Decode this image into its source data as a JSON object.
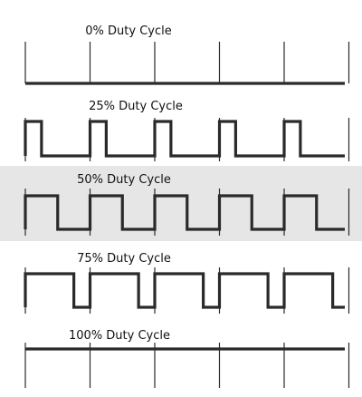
{
  "colors": {
    "background": "#ffffff",
    "highlight_band": "#e6e6e6",
    "line": "#2a2a2a",
    "text": "#111111"
  },
  "panels": [
    {
      "label": "0% Duty Cycle",
      "duty": 0.0,
      "highlighted": false
    },
    {
      "label": "25% Duty Cycle",
      "duty": 0.25,
      "highlighted": false
    },
    {
      "label": "50% Duty Cycle",
      "duty": 0.5,
      "highlighted": true
    },
    {
      "label": "75% Duty Cycle",
      "duty": 0.75,
      "highlighted": false
    },
    {
      "label": "100% Duty Cycle",
      "duty": 1.0,
      "highlighted": false
    }
  ],
  "periods_shown": 5
}
